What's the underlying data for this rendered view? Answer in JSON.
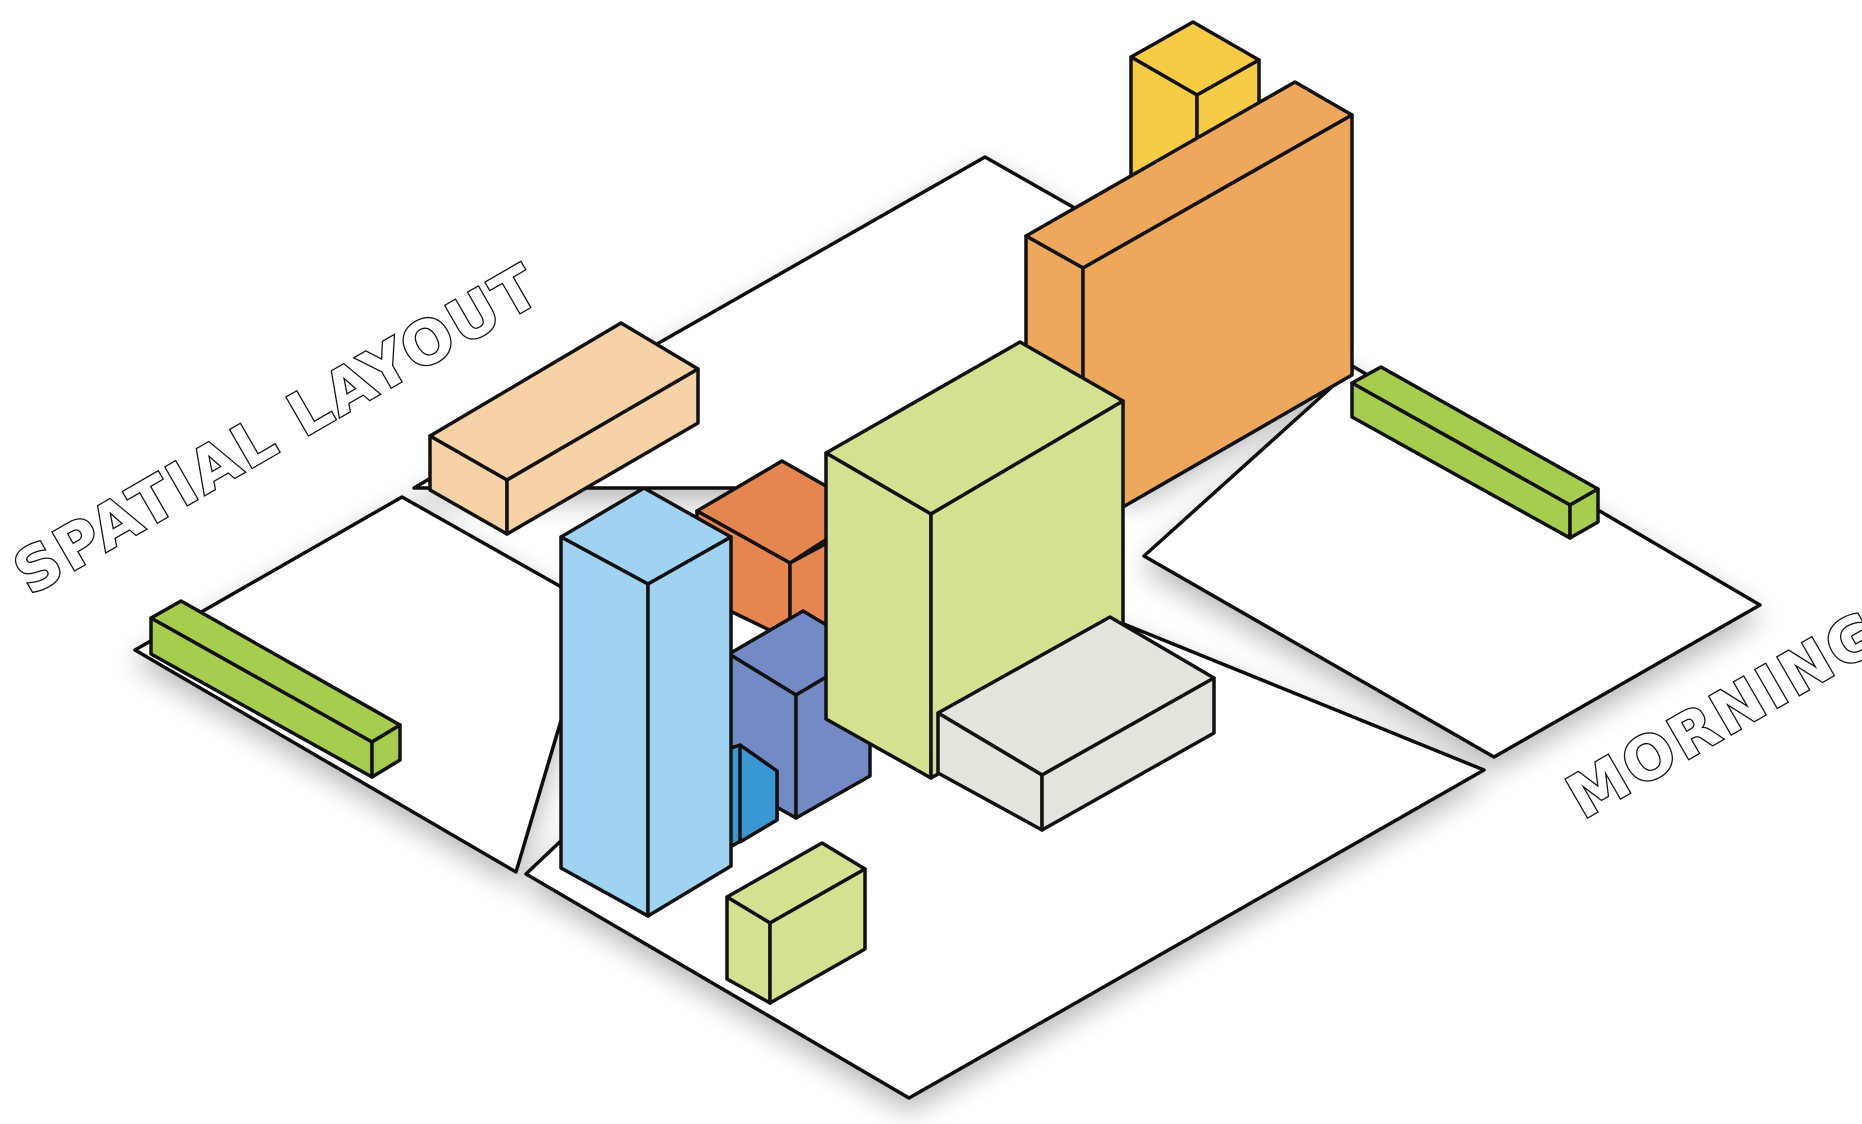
{
  "labels": {
    "left": "SPATIAL LAYOUT",
    "right": "MORNING"
  },
  "colors": {
    "outline": "#111111",
    "ground": "#ffffff",
    "peach": "#f6d2a6",
    "orange_large": "#eda85c",
    "yellow": "#f7cc45",
    "orange_small": "#e5854f",
    "light_blue": "#9fd3f1",
    "blue": "#3b96d4",
    "slate_blue": "#738ac4",
    "lime_green": "#a7cd4f",
    "pale_green": "#d3e191",
    "light_gray": "#e5e4dc"
  },
  "blocks": [
    "peach-block",
    "yellow-block",
    "orange-large-block",
    "orange-small-block",
    "slate-blue-block",
    "blue-small-block",
    "light-blue-tower",
    "pale-green-tower",
    "light-gray-block",
    "pale-green-small-block",
    "green-bar-left",
    "green-bar-right"
  ]
}
